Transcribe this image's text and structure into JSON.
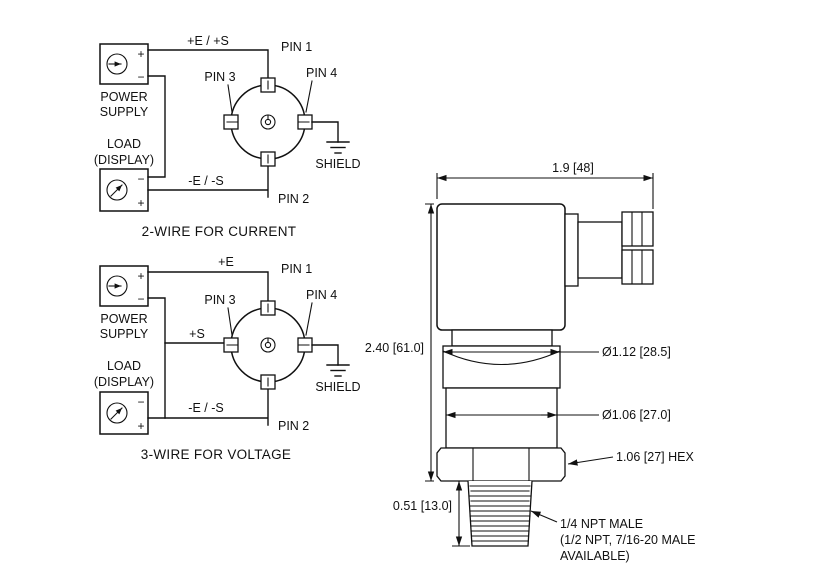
{
  "sym": {
    "plus": "+",
    "minus": "−"
  },
  "wiring_current": {
    "caption": "2-WIRE FOR CURRENT",
    "power_line1": "POWER",
    "power_line2": "SUPPLY",
    "load_line1": "LOAD",
    "load_line2": "(DISPLAY)",
    "wire_top": "+E / +S",
    "wire_bottom": "-E / -S",
    "pin1": "PIN 1",
    "pin2": "PIN 2",
    "pin3": "PIN 3",
    "pin4": "PIN 4",
    "shield": "SHIELD"
  },
  "wiring_voltage": {
    "caption": "3-WIRE FOR VOLTAGE",
    "power_line1": "POWER",
    "power_line2": "SUPPLY",
    "load_line1": "LOAD",
    "load_line2": "(DISPLAY)",
    "wire_top": "+E",
    "wire_signal": "+S",
    "wire_bottom": "-E / -S",
    "pin1": "PIN 1",
    "pin2": "PIN 2",
    "pin3": "PIN 3",
    "pin4": "PIN 4",
    "shield": "SHIELD"
  },
  "dimensions": {
    "overall_width": "1.9 [48]",
    "overall_height": "2.40 [61.0]",
    "upper_diameter": "Ø1.12 [28.5]",
    "lower_diameter": "Ø1.06 [27.0]",
    "hex_size": "1.06 [27] HEX",
    "thread_length": "0.51 [13.0]",
    "thread_note_line1": "1/4 NPT MALE",
    "thread_note_line2": "(1/2 NPT, 7/16-20 MALE",
    "thread_note_line3": "AVAILABLE)"
  }
}
